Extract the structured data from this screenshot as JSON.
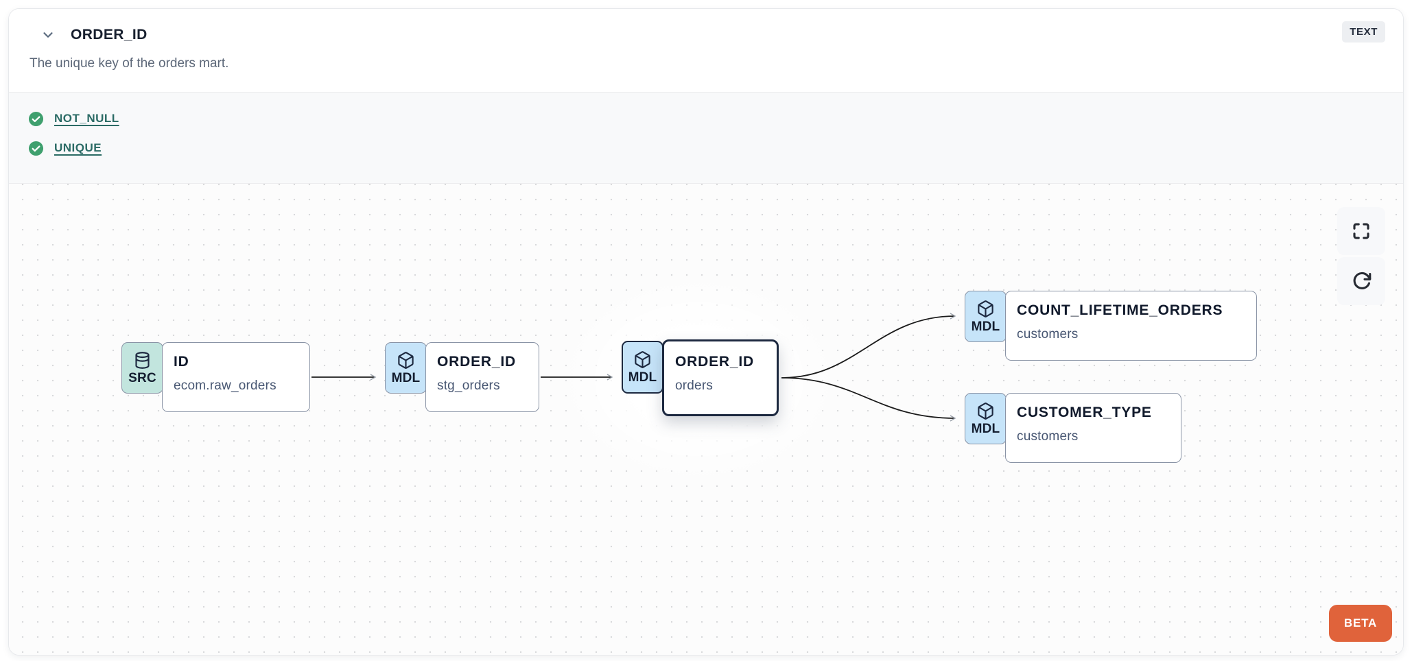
{
  "header": {
    "collapse_icon": "chevron-down",
    "title": "ORDER_ID",
    "type_badge": "TEXT",
    "description": "The unique key of the orders mart."
  },
  "tests": {
    "items": [
      {
        "label": "NOT_NULL",
        "status": "pass",
        "status_icon": "check-circle"
      },
      {
        "label": "UNIQUE",
        "status": "pass",
        "status_icon": "check-circle"
      }
    ]
  },
  "lineage": {
    "nodes": [
      {
        "badge": "SRC",
        "icon": "database-icon",
        "title": "ID",
        "subtitle": "ecom.raw_orders",
        "selected": false
      },
      {
        "badge": "MDL",
        "icon": "cube-icon",
        "title": "ORDER_ID",
        "subtitle": "stg_orders",
        "selected": false
      },
      {
        "badge": "MDL",
        "icon": "cube-icon",
        "title": "ORDER_ID",
        "subtitle": "orders",
        "selected": true
      },
      {
        "badge": "MDL",
        "icon": "cube-icon",
        "title": "COUNT_LIFETIME_ORDERS",
        "subtitle": "customers",
        "selected": false
      },
      {
        "badge": "MDL",
        "icon": "cube-icon",
        "title": "CUSTOMER_TYPE",
        "subtitle": "customers",
        "selected": false
      }
    ],
    "controls": [
      {
        "name": "fullscreen",
        "icon": "fullscreen-icon"
      },
      {
        "name": "refresh",
        "icon": "refresh-icon"
      }
    ],
    "beta_label": "BETA"
  },
  "colors": {
    "source_badge": "#c2e5de",
    "model_badge": "#c6e4f9",
    "node_border": "#8a94a6",
    "selected_border": "#1d2940",
    "test_pass_green": "#3fa06e",
    "link_teal": "#2b6b65",
    "beta_orange": "#e0633b",
    "type_badge_bg": "#edeff2"
  }
}
